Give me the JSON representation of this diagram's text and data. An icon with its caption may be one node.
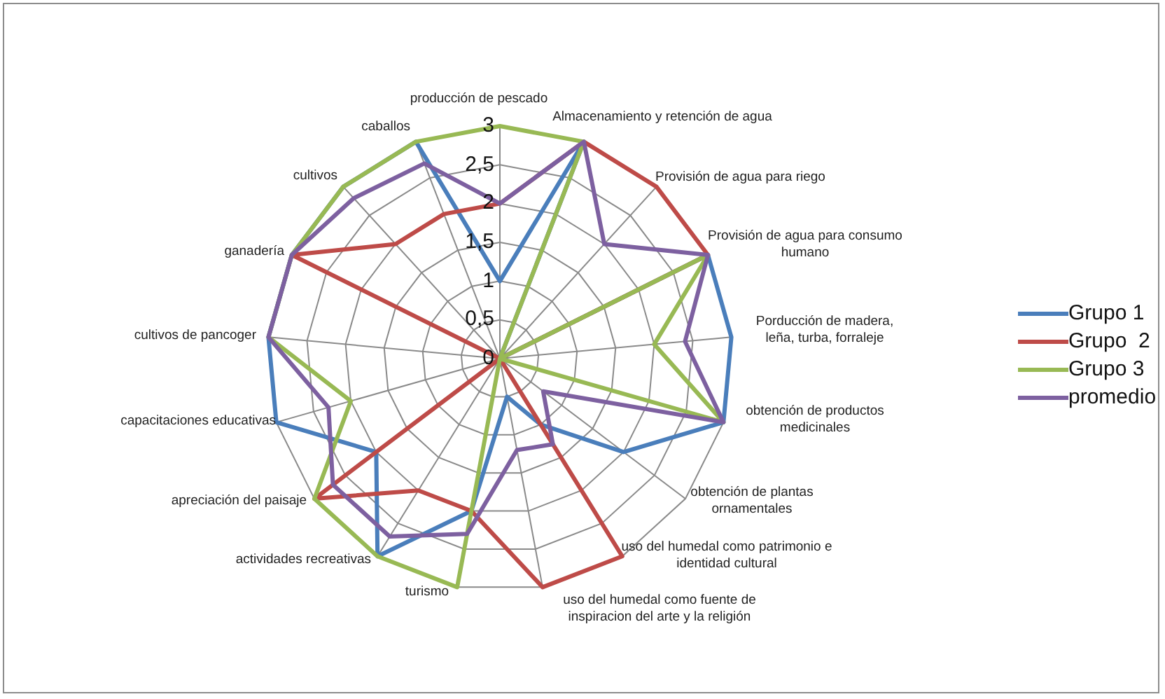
{
  "diagram": {
    "labels": [
      "producción de pescado",
      "Almacenamiento y retención de agua",
      "Provisión de agua para riego",
      "Provisión de agua para consumo humano",
      "Porducción de madera, leña, turba, forraleje",
      "obtención de productos medicinales",
      "obtención de plantas ornamentales",
      "uso del humedal como patrimonio e identidad cultural",
      "uso del humedal como fuente de inspiracion del arte y la religión",
      "turismo",
      "actividades recreativas",
      "apreciación del paisaje",
      "capacitaciones educativas",
      "cultivos de pancoger",
      "ganadería",
      "cultivos",
      "caballos",
      "3",
      "2,5",
      "2",
      "1,5",
      "1",
      "0,5",
      "0"
    ],
    "legend": [
      {
        "text": "Grupo 1"
      },
      {
        "text": "Grupo  2"
      },
      {
        "text": "Grupo 3"
      },
      {
        "text": "promedio"
      }
    ]
  }
}
